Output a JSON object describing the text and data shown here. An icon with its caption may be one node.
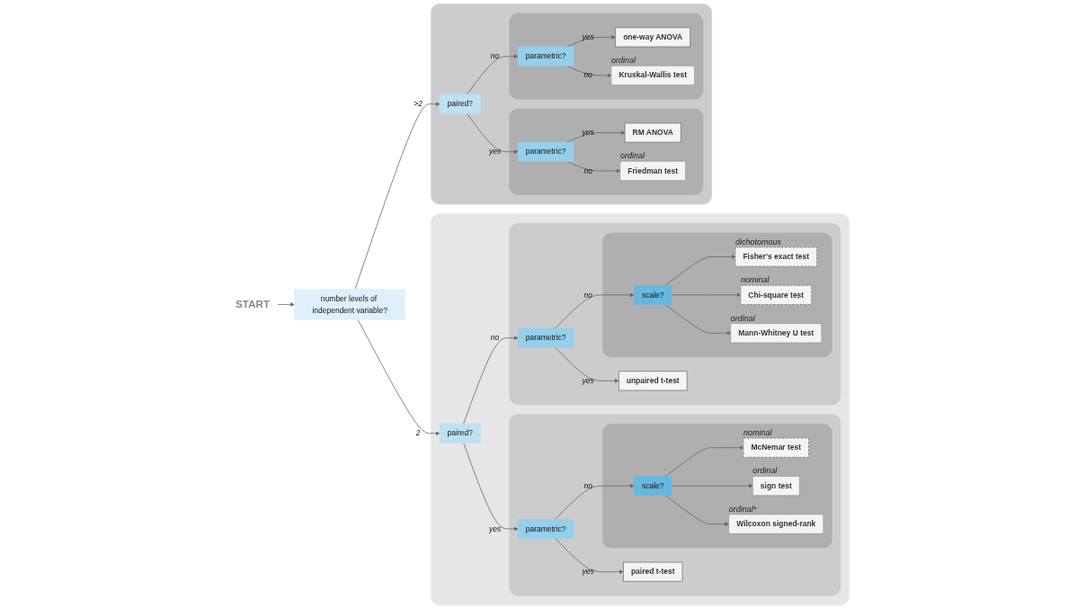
{
  "diagram": {
    "nodes": [
      {
        "text": [],
        "shape": "box"
      },
      {
        "text": [],
        "shape": "box",
        "in": 0
      },
      {
        "text": [
          "paired t-test"
        ],
        "in": 1
      },
      {
        "text": [],
        "shape": "box",
        "in": 1
      },
      {
        "text": [
          "McNemar test"
        ],
        "in": 3,
        "beside": [
          "nominal"
        ]
      },
      {
        "text": [
          "sign test"
        ],
        "in": 3,
        "beside": [
          "ordinal"
        ]
      },
      {
        "text": [
          "Wilcoxon signed-rank"
        ],
        "in": 3,
        "beside": [
          "ordinal*"
        ]
      },
      {
        "text": [
          "scale?"
        ],
        "in": 3
      },
      {
        "text": [
          "parametric?"
        ],
        "in": 1
      },
      {
        "text": [
          "paired?"
        ],
        "in": 0
      },
      {
        "text": [],
        "shape": "box",
        "in": 0
      },
      {
        "text": [
          "unpaired t-test"
        ],
        "in": 10
      },
      {
        "text": [],
        "shape": "box",
        "in": 10
      },
      {
        "text": [
          "Fisher's exact test"
        ],
        "in": 12,
        "beside": [
          "dichotomous"
        ]
      },
      {
        "text": [
          "Chi-square test"
        ],
        "in": 12,
        "beside": [
          "nominal"
        ]
      },
      {
        "text": [
          "Mann-Whitney U test"
        ],
        "in": 12,
        "beside": [
          "ordinal"
        ]
      },
      {
        "text": [
          "scale?"
        ],
        "in": 12
      },
      {
        "text": [
          "parametric?"
        ],
        "in": 10
      },
      {
        "text": [
          "START"
        ]
      },
      {
        "text": [
          "number levels of independent variable?"
        ]
      },
      {
        "text": [],
        "shape": "box"
      },
      {
        "text": [
          "paired?"
        ],
        "in": 20
      },
      {
        "text": [],
        "shape": "box",
        "in": 20
      },
      {
        "text": [
          "parametric?"
        ],
        "in": 22
      },
      {
        "text": [
          "RM ANOVA"
        ],
        "in": 22
      },
      {
        "text": [
          "Friedman test"
        ],
        "in": 22,
        "beside": [
          "ordinal"
        ]
      },
      {
        "text": [],
        "shape": "box",
        "in": 20
      },
      {
        "text": [
          "parametric?"
        ],
        "in": 26
      },
      {
        "text": [
          "one-way ANOVA"
        ],
        "in": 26
      },
      {
        "text": [
          "Kruskal-Wallis test"
        ],
        "in": 26,
        "beside": [
          "ordinal"
        ]
      }
    ],
    "edges": [
      {
        "from": 18,
        "to": 19,
        "arrow": "to"
      },
      {
        "from": 19,
        "to": 9,
        "arrow": "to",
        "label": "2"
      },
      {
        "from": 19,
        "to": 21,
        "arrow": "to",
        "label": ">2"
      },
      {
        "from": 9,
        "to": 8,
        "arrow": "to",
        "label": "yes"
      },
      {
        "from": 9,
        "to": 17,
        "arrow": "to",
        "label": "no"
      },
      {
        "from": 8,
        "to": 2,
        "arrow": "to",
        "label": "yes"
      },
      {
        "from": 8,
        "to": 7,
        "arrow": "to",
        "label": "no"
      },
      {
        "from": 7,
        "to": 4,
        "arrow": "to"
      },
      {
        "from": 7,
        "to": 5,
        "arrow": "to"
      },
      {
        "from": 7,
        "to": 6,
        "arrow": "to"
      },
      {
        "from": 17,
        "to": 11,
        "arrow": "to",
        "label": "yes"
      },
      {
        "from": 17,
        "to": 16,
        "arrow": "to",
        "label": "no"
      },
      {
        "from": 16,
        "to": 13,
        "arrow": "to"
      },
      {
        "from": 16,
        "to": 14,
        "arrow": "to"
      },
      {
        "from": 16,
        "to": 15,
        "arrow": "to"
      },
      {
        "from": 21,
        "to": 23,
        "arrow": "to",
        "label": "yes"
      },
      {
        "from": 21,
        "to": 27,
        "arrow": "to",
        "label": "no"
      },
      {
        "from": 23,
        "to": 24,
        "arrow": "to",
        "label": "yes"
      },
      {
        "from": 23,
        "to": 25,
        "arrow": "to",
        "label": "no"
      },
      {
        "from": 27,
        "to": 28,
        "arrow": "to",
        "label": "yes"
      },
      {
        "from": 27,
        "to": 29,
        "arrow": "to",
        "label": "no"
      }
    ]
  }
}
